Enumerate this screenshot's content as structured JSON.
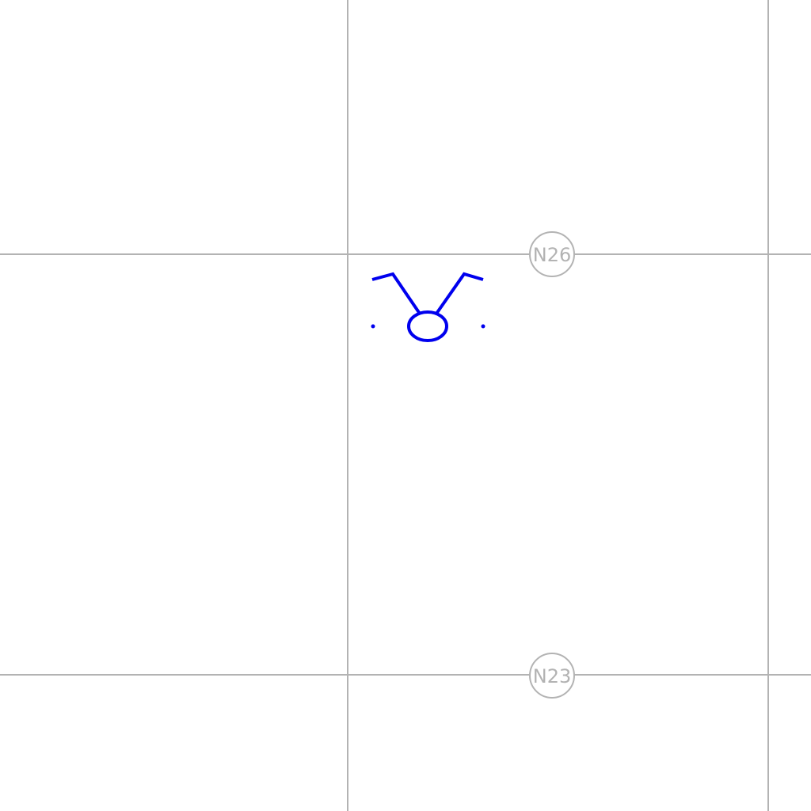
{
  "map": {
    "background_color": "#ffffff",
    "grid_color": "#b3b3b3",
    "symbol_color": "#0000ee",
    "grid_labels": [
      {
        "id": "n26",
        "text": "N26"
      },
      {
        "id": "n23",
        "text": "N23"
      }
    ],
    "symbols": [
      {
        "id": "bull-head",
        "icon": "bull-head-icon"
      }
    ]
  }
}
